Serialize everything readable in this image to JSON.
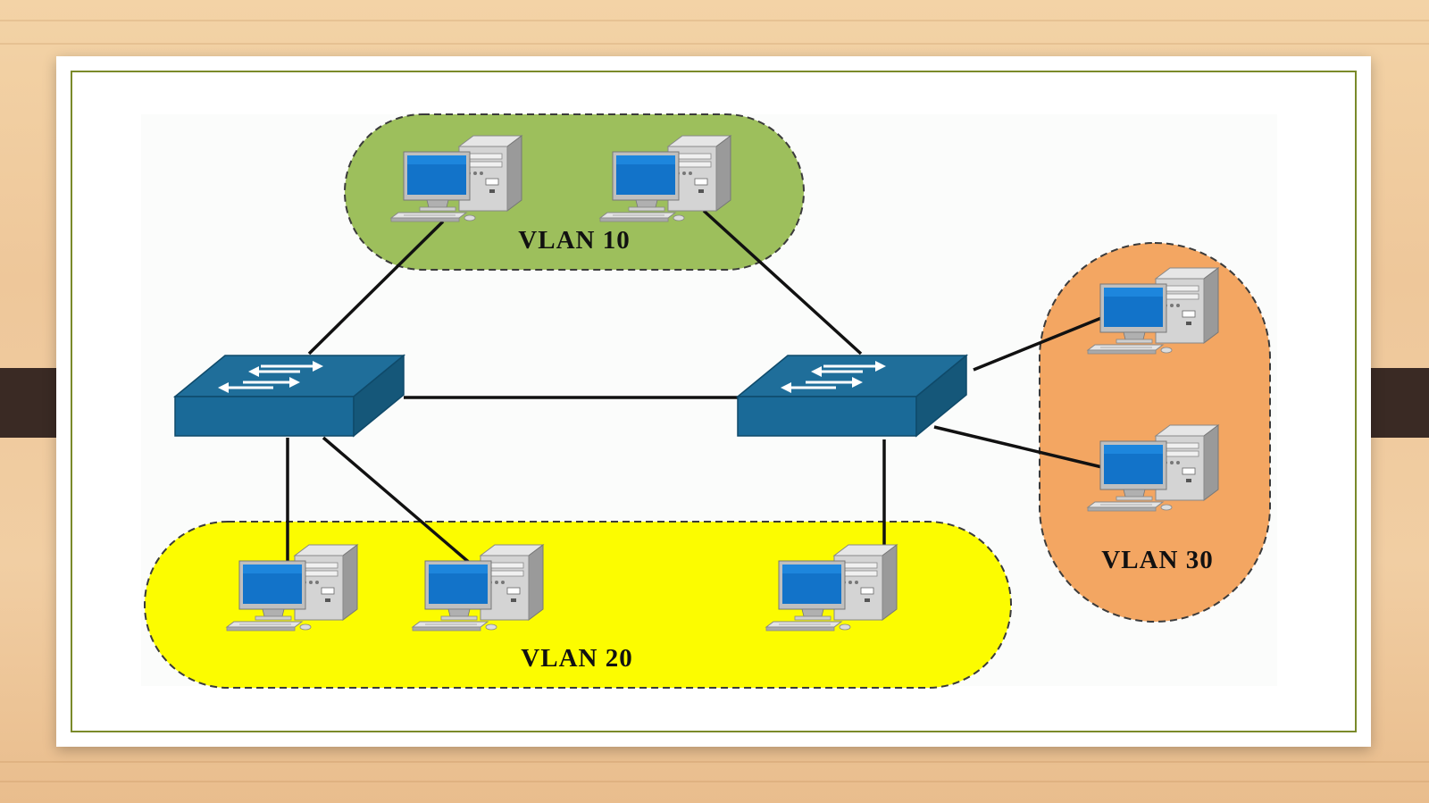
{
  "diagram": {
    "vlans": [
      {
        "id": "vlan10",
        "label": "VLAN 10",
        "color": "#9dbf5c"
      },
      {
        "id": "vlan20",
        "label": "VLAN 20",
        "color": "#fcfc00"
      },
      {
        "id": "vlan30",
        "label": "VLAN 30",
        "color": "#f3a662"
      }
    ],
    "colors": {
      "switch_top": "#1f6e9a",
      "switch_front": "#1a6a98",
      "switch_side": "#155779",
      "monitor_screen": "#1273c9",
      "link": "#111111"
    },
    "icons": {
      "switch": "network-switch-icon",
      "computer": "desktop-computer-icon"
    }
  }
}
